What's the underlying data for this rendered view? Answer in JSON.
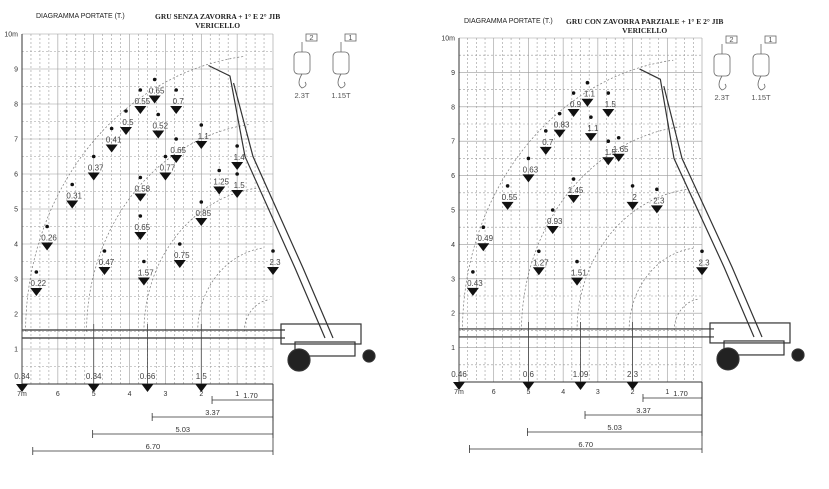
{
  "diagrams": [
    {
      "id": "left",
      "header": "DIAGRAMMA PORTATE (T.)",
      "title_line1": "GRU SENZA ZAVORRA + 1° E 2° JIB",
      "title_line2": "VERICELLO",
      "y_ticks": [
        "1",
        "2",
        "3",
        "4",
        "5",
        "6",
        "7",
        "8",
        "9",
        "10m"
      ],
      "x_ticks": [
        "7m",
        "6",
        "5",
        "4",
        "3",
        "2",
        "1"
      ],
      "dimensions": [
        "1.70",
        "3.37",
        "5.03",
        "6.70"
      ],
      "hooks": [
        {
          "symbol": "2",
          "capacity": "2.3T"
        },
        {
          "symbol": "1",
          "capacity": "1.15T"
        }
      ],
      "loads": [
        {
          "value": "0.22",
          "x": 6.6,
          "y": 3.2
        },
        {
          "value": "0.26",
          "x": 6.3,
          "y": 4.5
        },
        {
          "value": "0.31",
          "x": 5.6,
          "y": 5.7
        },
        {
          "value": "0.37",
          "x": 5.0,
          "y": 6.5
        },
        {
          "value": "0.41",
          "x": 4.5,
          "y": 7.3
        },
        {
          "value": "0.47",
          "x": 4.7,
          "y": 3.8
        },
        {
          "value": "0.5",
          "x": 4.1,
          "y": 7.8
        },
        {
          "value": "0.55",
          "x": 3.7,
          "y": 8.4
        },
        {
          "value": "0.65",
          "x": 3.3,
          "y": 8.7
        },
        {
          "value": "0.52",
          "x": 3.2,
          "y": 7.7
        },
        {
          "value": "0.58",
          "x": 3.7,
          "y": 5.9
        },
        {
          "value": "0.65",
          "x": 3.7,
          "y": 4.8
        },
        {
          "value": "0.65",
          "x": 2.7,
          "y": 7.0
        },
        {
          "value": "0.77",
          "x": 3.0,
          "y": 6.5
        },
        {
          "value": "0.7",
          "x": 2.7,
          "y": 8.4
        },
        {
          "value": "0.75",
          "x": 2.6,
          "y": 4.0
        },
        {
          "value": "0.85",
          "x": 2.0,
          "y": 5.2
        },
        {
          "value": "1.1",
          "x": 2.0,
          "y": 7.4
        },
        {
          "value": "1.25",
          "x": 1.5,
          "y": 6.1
        },
        {
          "value": "1.5",
          "x": 1.0,
          "y": 6.0
        },
        {
          "value": "1.4",
          "x": 1.0,
          "y": 6.8
        },
        {
          "value": "1.57",
          "x": 3.6,
          "y": 3.5
        },
        {
          "value": "2.3",
          "x": 0.0,
          "y": 3.8
        }
      ],
      "ground": [
        {
          "value": "0.34",
          "x": 7.0
        },
        {
          "value": "0.34",
          "x": 5.0
        },
        {
          "value": "0.66",
          "x": 3.5
        },
        {
          "value": "1.5",
          "x": 2.0
        }
      ]
    },
    {
      "id": "right",
      "header": "DIAGRAMMA PORTATE (T.)",
      "title_line1": "GRU CON ZAVORRA PARZIALE + 1° E 2° JIB",
      "title_line2": "VERICELLO",
      "y_ticks": [
        "1",
        "2",
        "3",
        "4",
        "5",
        "6",
        "7",
        "8",
        "9",
        "10m"
      ],
      "x_ticks": [
        "7m",
        "6",
        "5",
        "4",
        "3",
        "2",
        "1"
      ],
      "dimensions": [
        "1.70",
        "3.37",
        "5.03",
        "6.70"
      ],
      "hooks": [
        {
          "symbol": "2",
          "capacity": "2.3T"
        },
        {
          "symbol": "1",
          "capacity": "1.15T"
        }
      ],
      "loads": [
        {
          "value": "0.43",
          "x": 6.6,
          "y": 3.2
        },
        {
          "value": "0.49",
          "x": 6.3,
          "y": 4.5
        },
        {
          "value": "0.55",
          "x": 5.6,
          "y": 5.7
        },
        {
          "value": "0.63",
          "x": 5.0,
          "y": 6.5
        },
        {
          "value": "0.7",
          "x": 4.5,
          "y": 7.3
        },
        {
          "value": "0.93",
          "x": 4.3,
          "y": 5.0
        },
        {
          "value": "0.83",
          "x": 4.1,
          "y": 7.8
        },
        {
          "value": "0.9",
          "x": 3.7,
          "y": 8.4
        },
        {
          "value": "1.1",
          "x": 3.3,
          "y": 8.7
        },
        {
          "value": "1.27",
          "x": 4.7,
          "y": 3.8
        },
        {
          "value": "1.45",
          "x": 3.7,
          "y": 5.9
        },
        {
          "value": "1.1",
          "x": 3.2,
          "y": 7.7
        },
        {
          "value": "1.5",
          "x": 2.7,
          "y": 7.0
        },
        {
          "value": "1.65",
          "x": 2.4,
          "y": 7.1
        },
        {
          "value": "1.5",
          "x": 2.7,
          "y": 8.4
        },
        {
          "value": "2",
          "x": 2.0,
          "y": 5.7
        },
        {
          "value": "1.51",
          "x": 3.6,
          "y": 3.5
        },
        {
          "value": "2.3",
          "x": 1.3,
          "y": 5.6
        },
        {
          "value": "2.3",
          "x": 0.0,
          "y": 3.8
        }
      ],
      "ground": [
        {
          "value": "0.46",
          "x": 7.0
        },
        {
          "value": "0.6",
          "x": 5.0
        },
        {
          "value": "1.09",
          "x": 3.5
        },
        {
          "value": "2.3",
          "x": 2.0
        }
      ]
    }
  ]
}
